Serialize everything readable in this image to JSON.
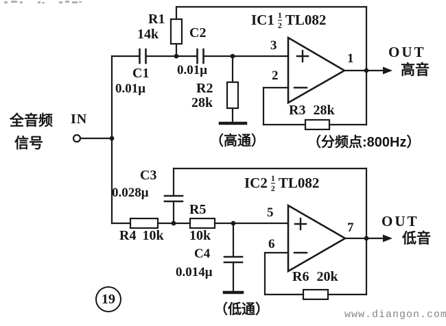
{
  "meta": {
    "watermark": "www.diangon.com",
    "figure_number": "19"
  },
  "input": {
    "label": "IN",
    "signal_line1": "全音频",
    "signal_line2": "信号"
  },
  "hp": {
    "ic": {
      "prefix": "IC1",
      "frac_num": "1",
      "frac_den": "2",
      "chip": "TL082"
    },
    "r1_name": "R1",
    "r1_value": "14k",
    "c1_name": "C1",
    "c1_value": "0.01μ",
    "c2_name": "C2",
    "c2_value": "0.01μ",
    "r2_name": "R2",
    "r2_value": "28k",
    "r3_label": "R3 28k",
    "pin_plus": "3",
    "pin_minus": "2",
    "pin_out": "1",
    "out_label": "OUT",
    "out_cn": "高音",
    "type_label": "（高通）",
    "crossover_label": "（分频点:800Hz）"
  },
  "lp": {
    "ic": {
      "prefix": "IC2",
      "frac_num": "1",
      "frac_den": "2",
      "chip": "TL082"
    },
    "c3_name": "C3",
    "c3_value": "0.028μ",
    "r4_label": "R4 10k",
    "r5_name": "R5",
    "r5_value": "10k",
    "c4_name": "C4",
    "c4_value": "0.014μ",
    "r6_label": "R6 20k",
    "pin_plus": "5",
    "pin_minus": "6",
    "pin_out": "7",
    "out_label": "OUT",
    "out_cn": "低音",
    "type_label": "（低通）"
  },
  "colors": {
    "ink": "#1a1a1a",
    "watermark": "#8a8480",
    "background": "#ffffff"
  }
}
